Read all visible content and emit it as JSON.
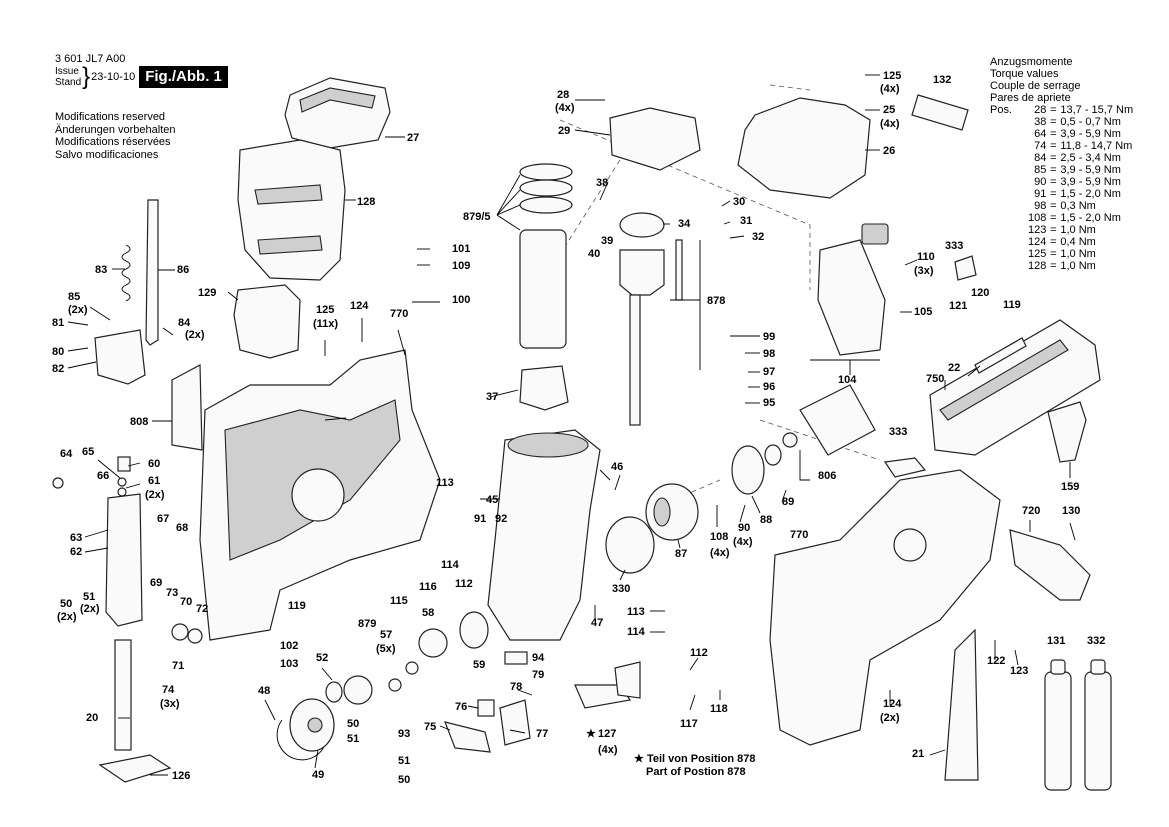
{
  "header": {
    "doc_number": "3 601 JL7 A00",
    "issue_label": "Issue",
    "stand_label": "Stand",
    "issue_date": "23-10-10",
    "figure_title": "Fig./Abb. 1",
    "modifications": [
      "Modifications reserved",
      "Änderungen vorbehalten",
      "Modifications réservées",
      "Salvo modificaciones"
    ]
  },
  "torque": {
    "titles": [
      "Anzugsmomente",
      "Torque values",
      "Couple de serrage",
      "Pares de apriete"
    ],
    "pos_label": "Pos.",
    "rows": [
      {
        "pos": "28",
        "value": "13,7 - 15,7 Nm"
      },
      {
        "pos": "38",
        "value": "0,5 - 0,7 Nm"
      },
      {
        "pos": "64",
        "value": "3,9 - 5,9 Nm"
      },
      {
        "pos": "74",
        "value": "11,8 - 14,7 Nm"
      },
      {
        "pos": "84",
        "value": "2,5 - 3,4 Nm"
      },
      {
        "pos": "85",
        "value": "3,9 - 5,9 Nm"
      },
      {
        "pos": "90",
        "value": "3,9 - 5,9 Nm"
      },
      {
        "pos": "91",
        "value": "1,5 - 2,0 Nm"
      },
      {
        "pos": "98",
        "value": "0,3 Nm"
      },
      {
        "pos": "108",
        "value": "1,5 - 2,0 Nm"
      },
      {
        "pos": "123",
        "value": "1,0 Nm"
      },
      {
        "pos": "124",
        "value": "0,4 Nm"
      },
      {
        "pos": "125",
        "value": "1,0 Nm"
      },
      {
        "pos": "128",
        "value": "1,0 Nm"
      }
    ]
  },
  "footnote": {
    "star": "★",
    "de": "Teil von Position 878",
    "en": "Part of Postion 878"
  },
  "callouts": [
    {
      "id": "27",
      "text": "27"
    },
    {
      "id": "128",
      "text": "128"
    },
    {
      "id": "129",
      "text": "129"
    },
    {
      "id": "86",
      "text": "86"
    },
    {
      "id": "83",
      "text": "83"
    },
    {
      "id": "85",
      "text": "85"
    },
    {
      "id": "85q",
      "text": "(2x)"
    },
    {
      "id": "81",
      "text": "81"
    },
    {
      "id": "84",
      "text": "84"
    },
    {
      "id": "84q",
      "text": "(2x)"
    },
    {
      "id": "80",
      "text": "80"
    },
    {
      "id": "82",
      "text": "82"
    },
    {
      "id": "808",
      "text": "808"
    },
    {
      "id": "64",
      "text": "64"
    },
    {
      "id": "65",
      "text": "65"
    },
    {
      "id": "60",
      "text": "60"
    },
    {
      "id": "61",
      "text": "61"
    },
    {
      "id": "61q",
      "text": "(2x)"
    },
    {
      "id": "66",
      "text": "66"
    },
    {
      "id": "67",
      "text": "67"
    },
    {
      "id": "68",
      "text": "68"
    },
    {
      "id": "63",
      "text": "63"
    },
    {
      "id": "62",
      "text": "62"
    },
    {
      "id": "69",
      "text": "69"
    },
    {
      "id": "73",
      "text": "73"
    },
    {
      "id": "70",
      "text": "70"
    },
    {
      "id": "72",
      "text": "72"
    },
    {
      "id": "50a",
      "text": "50"
    },
    {
      "id": "50aq",
      "text": "(2x)"
    },
    {
      "id": "51a",
      "text": "51"
    },
    {
      "id": "51aq",
      "text": "(2x)"
    },
    {
      "id": "71",
      "text": "71"
    },
    {
      "id": "74",
      "text": "74"
    },
    {
      "id": "74q",
      "text": "(3x)"
    },
    {
      "id": "20",
      "text": "20"
    },
    {
      "id": "126",
      "text": "126"
    },
    {
      "id": "48",
      "text": "48"
    },
    {
      "id": "49",
      "text": "49"
    },
    {
      "id": "52",
      "text": "52"
    },
    {
      "id": "50b",
      "text": "50"
    },
    {
      "id": "51b",
      "text": "51"
    },
    {
      "id": "93",
      "text": "93"
    },
    {
      "id": "51c",
      "text": "51"
    },
    {
      "id": "50c",
      "text": "50"
    },
    {
      "id": "879",
      "text": "879"
    },
    {
      "id": "57",
      "text": "57"
    },
    {
      "id": "57q",
      "text": "(5x)"
    },
    {
      "id": "58",
      "text": "58"
    },
    {
      "id": "59",
      "text": "59"
    },
    {
      "id": "94",
      "text": "94"
    },
    {
      "id": "102",
      "text": "102"
    },
    {
      "id": "103",
      "text": "103"
    },
    {
      "id": "119a",
      "text": "119"
    },
    {
      "id": "115",
      "text": "115"
    },
    {
      "id": "116",
      "text": "116"
    },
    {
      "id": "113a",
      "text": "113"
    },
    {
      "id": "114a",
      "text": "114"
    },
    {
      "id": "112a",
      "text": "112"
    },
    {
      "id": "91",
      "text": "91"
    },
    {
      "id": "92",
      "text": "92"
    },
    {
      "id": "101",
      "text": "101"
    },
    {
      "id": "109",
      "text": "109"
    },
    {
      "id": "100",
      "text": "100"
    },
    {
      "id": "125a",
      "text": "125"
    },
    {
      "id": "125aq",
      "text": "(11x)"
    },
    {
      "id": "124a",
      "text": "124"
    },
    {
      "id": "770a",
      "text": "770"
    },
    {
      "id": "28",
      "text": "28"
    },
    {
      "id": "28q",
      "text": "(4x)"
    },
    {
      "id": "29",
      "text": "29"
    },
    {
      "id": "879_5",
      "text": "879/5"
    },
    {
      "id": "38",
      "text": "38"
    },
    {
      "id": "39",
      "text": "39"
    },
    {
      "id": "40",
      "text": "40"
    },
    {
      "id": "34",
      "text": "34"
    },
    {
      "id": "30",
      "text": "30"
    },
    {
      "id": "31",
      "text": "31"
    },
    {
      "id": "32",
      "text": "32"
    },
    {
      "id": "878",
      "text": "878"
    },
    {
      "id": "37",
      "text": "37"
    },
    {
      "id": "45",
      "text": "45"
    },
    {
      "id": "46",
      "text": "46"
    },
    {
      "id": "99",
      "text": "99"
    },
    {
      "id": "98",
      "text": "98"
    },
    {
      "id": "97",
      "text": "97"
    },
    {
      "id": "96",
      "text": "96"
    },
    {
      "id": "95",
      "text": "95"
    },
    {
      "id": "125b",
      "text": "125"
    },
    {
      "id": "125bq",
      "text": "(4x)"
    },
    {
      "id": "25",
      "text": "25"
    },
    {
      "id": "25q",
      "text": "(4x)"
    },
    {
      "id": "26",
      "text": "26"
    },
    {
      "id": "132",
      "text": "132"
    },
    {
      "id": "110",
      "text": "110"
    },
    {
      "id": "110q",
      "text": "(3x)"
    },
    {
      "id": "333a",
      "text": "333"
    },
    {
      "id": "120",
      "text": "120"
    },
    {
      "id": "119b",
      "text": "119"
    },
    {
      "id": "121",
      "text": "121"
    },
    {
      "id": "105",
      "text": "105"
    },
    {
      "id": "22",
      "text": "22"
    },
    {
      "id": "104",
      "text": "104"
    },
    {
      "id": "750",
      "text": "750"
    },
    {
      "id": "806",
      "text": "806"
    },
    {
      "id": "333b",
      "text": "333"
    },
    {
      "id": "89",
      "text": "89"
    },
    {
      "id": "88",
      "text": "88"
    },
    {
      "id": "90",
      "text": "90"
    },
    {
      "id": "90q",
      "text": "(4x)"
    },
    {
      "id": "108",
      "text": "108"
    },
    {
      "id": "108q",
      "text": "(4x)"
    },
    {
      "id": "87",
      "text": "87"
    },
    {
      "id": "330",
      "text": "330"
    },
    {
      "id": "159",
      "text": "159"
    },
    {
      "id": "770b",
      "text": "770"
    },
    {
      "id": "720",
      "text": "720"
    },
    {
      "id": "130",
      "text": "130"
    },
    {
      "id": "47",
      "text": "47"
    },
    {
      "id": "113b",
      "text": "113"
    },
    {
      "id": "114b",
      "text": "114"
    },
    {
      "id": "112b",
      "text": "112"
    },
    {
      "id": "117",
      "text": "117"
    },
    {
      "id": "118",
      "text": "118"
    },
    {
      "id": "78",
      "text": "78"
    },
    {
      "id": "79",
      "text": "79"
    },
    {
      "id": "76",
      "text": "76"
    },
    {
      "id": "75",
      "text": "75"
    },
    {
      "id": "77",
      "text": "77"
    },
    {
      "id": "127",
      "text": "127"
    },
    {
      "id": "127q",
      "text": "(4x)"
    },
    {
      "id": "124b",
      "text": "124"
    },
    {
      "id": "124bq",
      "text": "(2x)"
    },
    {
      "id": "122",
      "text": "122"
    },
    {
      "id": "123",
      "text": "123"
    },
    {
      "id": "131",
      "text": "131"
    },
    {
      "id": "332",
      "text": "332"
    },
    {
      "id": "21",
      "text": "21"
    }
  ]
}
